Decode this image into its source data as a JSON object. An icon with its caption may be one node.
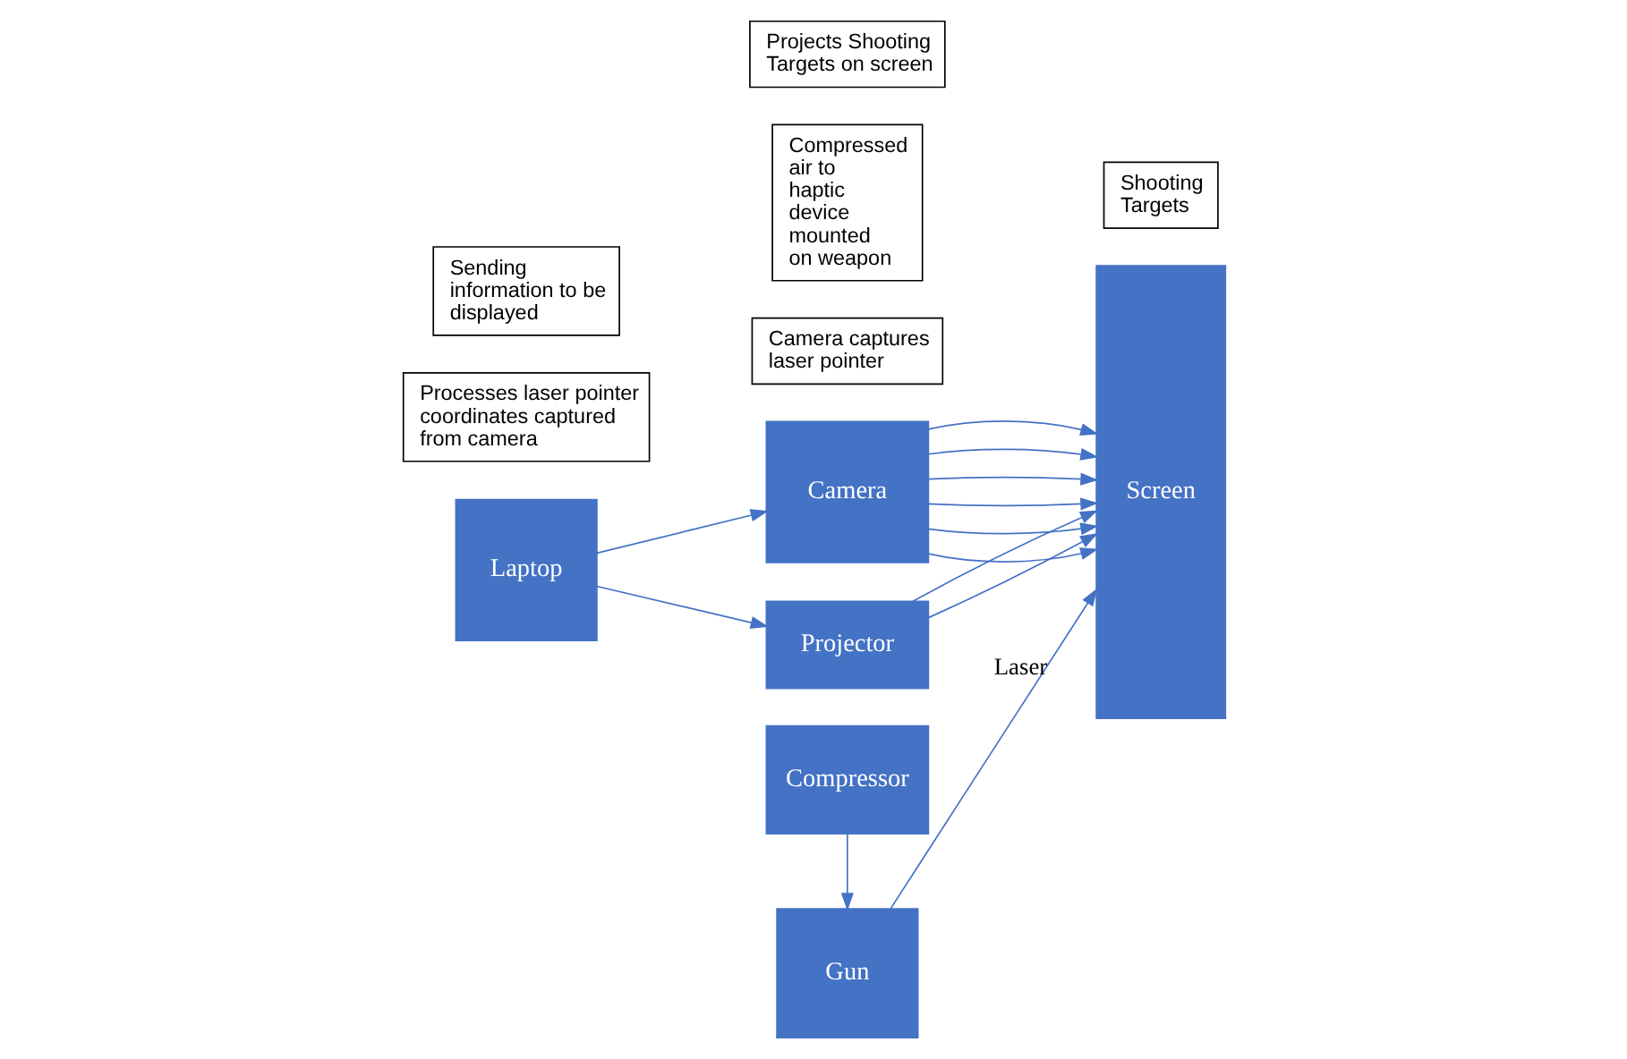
{
  "diagram": {
    "nodes": [
      {
        "text": [
          "Gun"
        ]
      },
      {
        "text": [
          "Screen"
        ]
      },
      {
        "text": [
          "Processes laser pointer coordinates captured from camera"
        ]
      },
      {
        "text": [
          "Camera captures laser pointer"
        ]
      },
      {
        "text": [
          "Compressed air to haptic device mounted on weapon"
        ]
      },
      {
        "text": [
          "Laptop"
        ]
      },
      {
        "text": [
          "Camera"
        ]
      },
      {
        "text": [
          "Sending information to be displayed"
        ]
      },
      {
        "text": [
          "Compressor"
        ]
      },
      {
        "text": [
          "Projector"
        ]
      },
      {
        "text": [
          "Shooting Targets"
        ]
      },
      {
        "text": [
          "Projects Shooting Targets on screen"
        ]
      }
    ],
    "edges": [
      {
        "from": 8,
        "to": 0,
        "arrow": "to"
      },
      {
        "from": 0,
        "to": 1,
        "arrow": "to",
        "label": "Laser"
      },
      {
        "from": 5,
        "to": 6,
        "arrow": "to"
      },
      {
        "from": 5,
        "to": 9,
        "arrow": "to"
      },
      {
        "from": 6,
        "to": 1,
        "arrow": "to"
      },
      {
        "from": 6,
        "to": 1,
        "arrow": "to"
      },
      {
        "from": 6,
        "to": 1,
        "arrow": "to"
      },
      {
        "from": 6,
        "to": 1,
        "arrow": "to"
      },
      {
        "from": 6,
        "to": 1,
        "arrow": "to"
      },
      {
        "from": 6,
        "to": 1,
        "arrow": "to"
      },
      {
        "from": 9,
        "to": 1,
        "arrow": "to"
      },
      {
        "from": 9,
        "to": 1,
        "arrow": "to"
      }
    ]
  }
}
